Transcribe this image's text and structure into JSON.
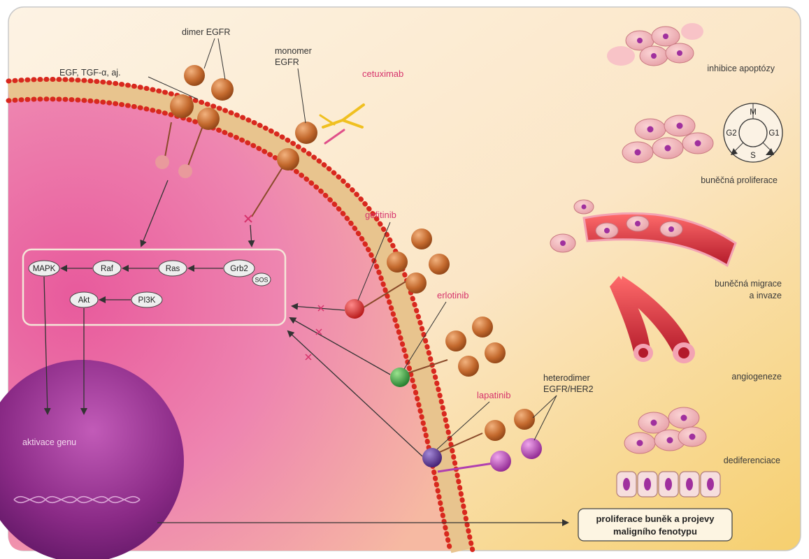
{
  "labels": {
    "dimer": "dimer EGFR",
    "ligands": "EGF, TGF-α, aj.",
    "monomer_line1": "monomer",
    "monomer_line2": "EGFR",
    "heterodimer_line1": "heterodimer",
    "heterodimer_line2": "EGFR/HER2",
    "gene_activation": "aktivace genu"
  },
  "drugs": {
    "cetuximab": "cetuximab",
    "gefitinib": "gefitinib",
    "erlotinib": "erlotinib",
    "lapatinib": "lapatinib"
  },
  "pathway": {
    "mapk": "MAPK",
    "raf": "Raf",
    "ras": "Ras",
    "grb2": "Grb2",
    "sos": "SOS",
    "akt": "Akt",
    "pi3k": "PI3K"
  },
  "cell_cycle": {
    "m": "M",
    "g1": "G1",
    "s": "S",
    "g2": "G2"
  },
  "outcomes": {
    "apoptosis": "inhibice apoptózy",
    "proliferation": "buněčná proliferace",
    "migration_line1": "buněčná migrace",
    "migration_line2": "a invaze",
    "angiogenesis": "angiogeneze",
    "dedifferentiation": "dediferenciace"
  },
  "result": {
    "line1": "proliferace buněk a projevy",
    "line2": "maligního fenotypu"
  },
  "colors": {
    "drug_label": "#d6336c",
    "gefitinib": "#d42020",
    "erlotinib": "#2e9a3a",
    "lapatinib": "#5b2d8e",
    "her2": "#b03fb0",
    "receptor": "#c46a2e"
  }
}
